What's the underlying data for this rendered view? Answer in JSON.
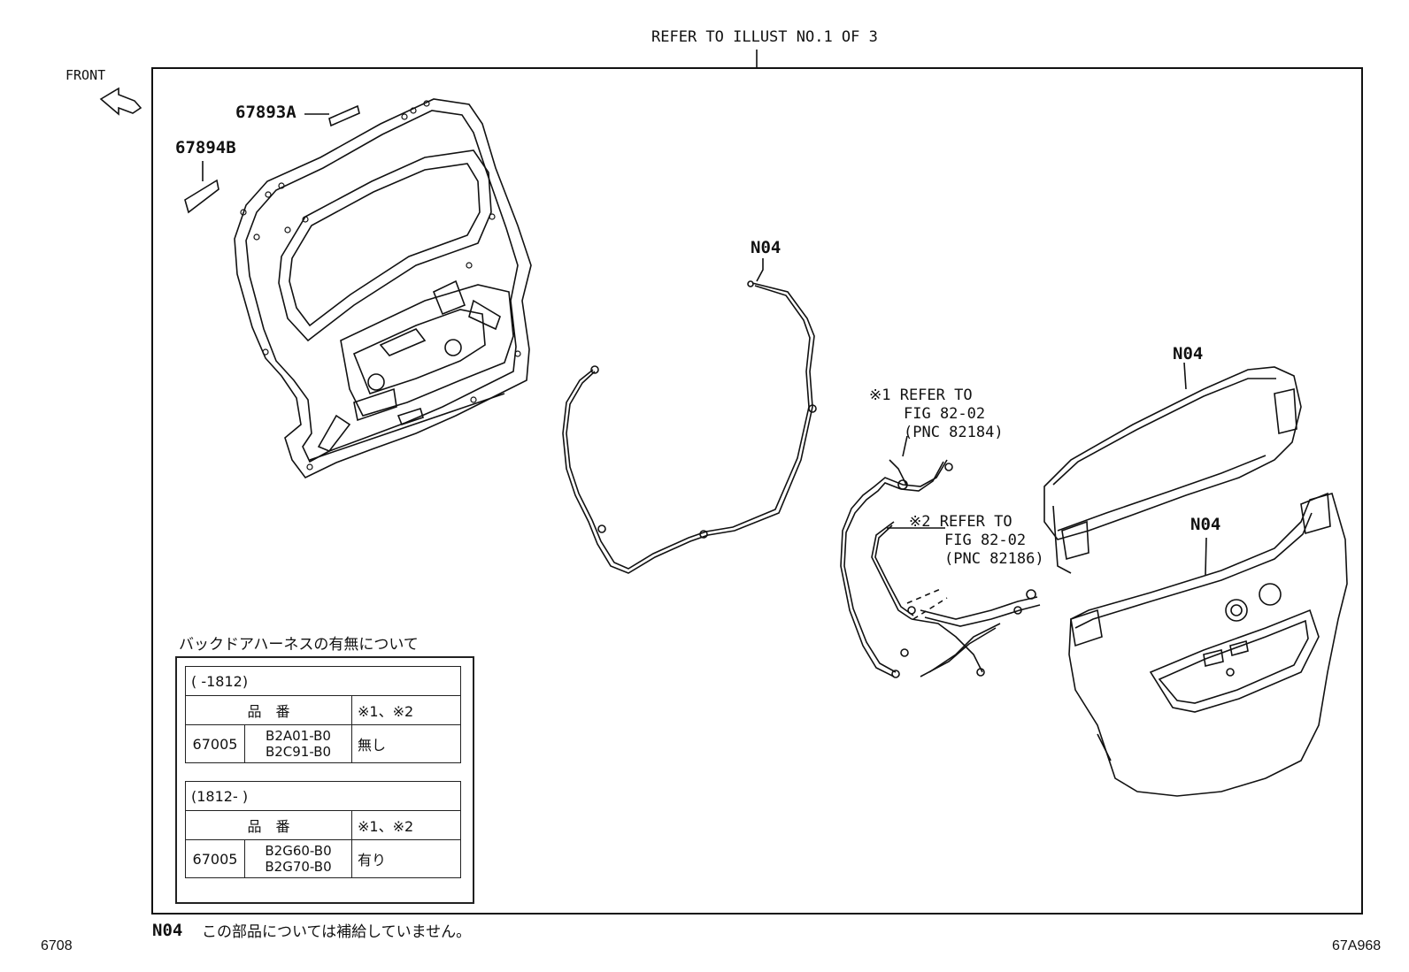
{
  "header": {
    "refer_top": "REFER TO ILLUST NO.1 OF 3"
  },
  "front_label": "FRONT",
  "parts": {
    "p67893a": "67893A",
    "p67894b": "67894B",
    "n04_cable": "N04",
    "n04_glass": "N04",
    "n04_door": "N04"
  },
  "refs": {
    "r1_line1": "※1 REFER TO",
    "r1_line2": "FIG 82-02",
    "r1_line3": "(PNC 82184)",
    "r2_line1": "※2 REFER TO",
    "r2_line2": "FIG 82-02",
    "r2_line3": "(PNC 82186)"
  },
  "table": {
    "title": "バックドアハーネスの有無について",
    "group1": {
      "period": "(    -1812)",
      "col_part": "品　番",
      "col_ref": "※1、※2",
      "part_prefix": "67005",
      "part_a": "B2A01-B0",
      "part_b": "B2C91-B0",
      "status": "無し"
    },
    "group2": {
      "period": "(1812-    )",
      "col_part": "品　番",
      "col_ref": "※1、※2",
      "part_prefix": "67005",
      "part_a": "B2G60-B0",
      "part_b": "B2G70-B0",
      "status": "有り"
    }
  },
  "footer": {
    "note_code": "N04",
    "note_text": "この部品については補給していません。",
    "left_code": "6708",
    "right_code": "67A968"
  }
}
